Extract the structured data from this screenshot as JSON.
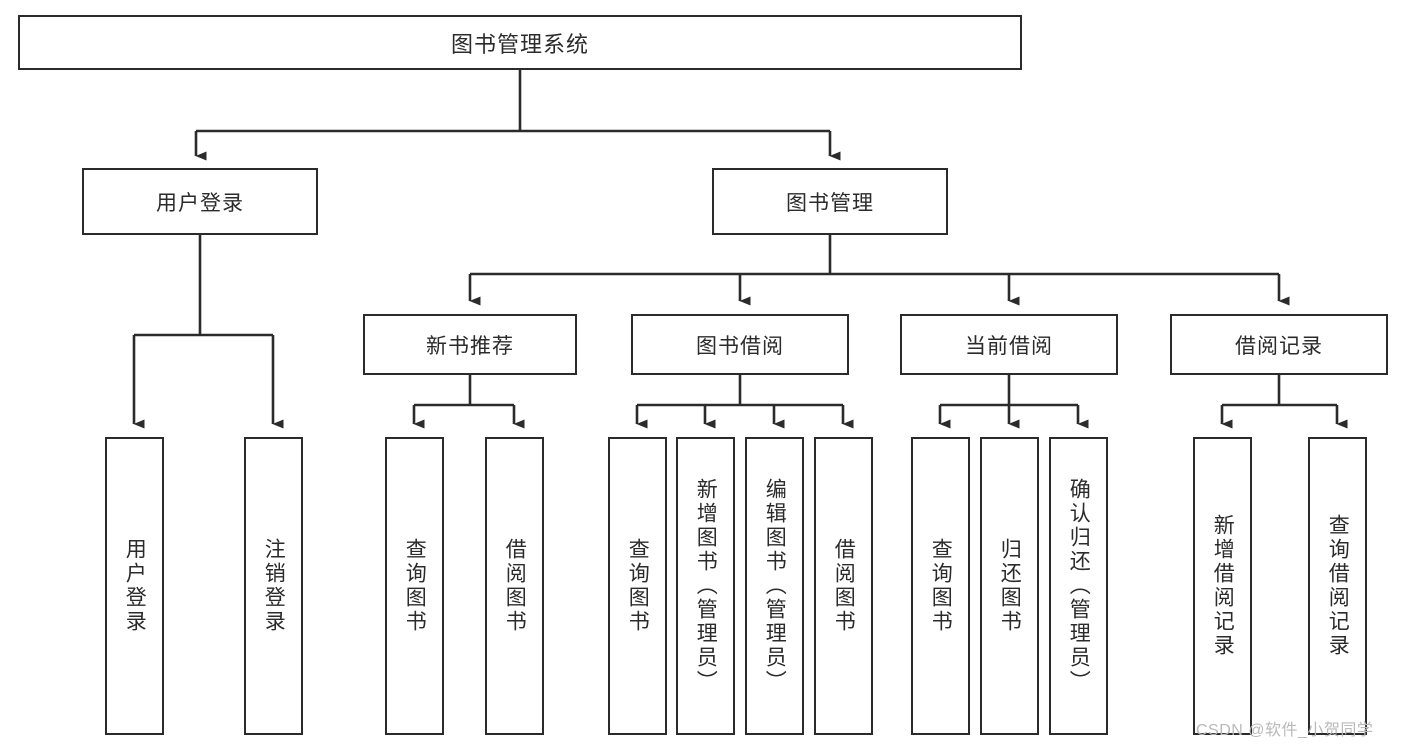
{
  "diagram": {
    "type": "tree-hierarchy-chart",
    "title": "图书管理系统",
    "orientation": "top-down",
    "colors": {
      "box_border": "#2b2b2b",
      "box_fill": "#ffffff",
      "connector": "#2b2b2b",
      "background": "#ffffff",
      "watermark": "#b9b9b9"
    },
    "nodes": {
      "root": {
        "label": "图书管理系统",
        "level": 1
      },
      "level2": [
        {
          "id": "user-login",
          "label": "用户登录"
        },
        {
          "id": "book-management",
          "label": "图书管理"
        }
      ],
      "level3": [
        {
          "id": "new-book-recommend",
          "label": "新书推荐",
          "parent": "book-management"
        },
        {
          "id": "book-borrow",
          "label": "图书借阅",
          "parent": "book-management"
        },
        {
          "id": "current-borrow",
          "label": "当前借阅",
          "parent": "book-management"
        },
        {
          "id": "borrow-record",
          "label": "借阅记录",
          "parent": "book-management"
        }
      ],
      "leaves": {
        "user_login": [
          {
            "id": "leaf-user-login",
            "label": "用户登录"
          },
          {
            "id": "leaf-logout-login",
            "label": "注销登录"
          }
        ],
        "new_book_recommend": [
          {
            "id": "leaf-query-book-1",
            "label": "查询图书"
          },
          {
            "id": "leaf-borrow-book-1",
            "label": "借阅图书"
          }
        ],
        "book_borrow": [
          {
            "id": "leaf-query-book-2",
            "label": "查询图书"
          },
          {
            "id": "leaf-add-book",
            "label": "新增图书（管理员）"
          },
          {
            "id": "leaf-edit-book",
            "label": "编辑图书（管理员）"
          },
          {
            "id": "leaf-borrow-book-2",
            "label": "借阅图书"
          }
        ],
        "current_borrow": [
          {
            "id": "leaf-query-book-3",
            "label": "查询图书"
          },
          {
            "id": "leaf-return-book",
            "label": "归还图书"
          },
          {
            "id": "leaf-confirm-return",
            "label": "确认归还（管理员）"
          }
        ],
        "borrow_record": [
          {
            "id": "leaf-add-record",
            "label": "新增借阅记录"
          },
          {
            "id": "leaf-query-record",
            "label": "查询借阅记录"
          }
        ]
      }
    }
  },
  "watermark": {
    "text": "CSDN @软件_小贺同学"
  }
}
